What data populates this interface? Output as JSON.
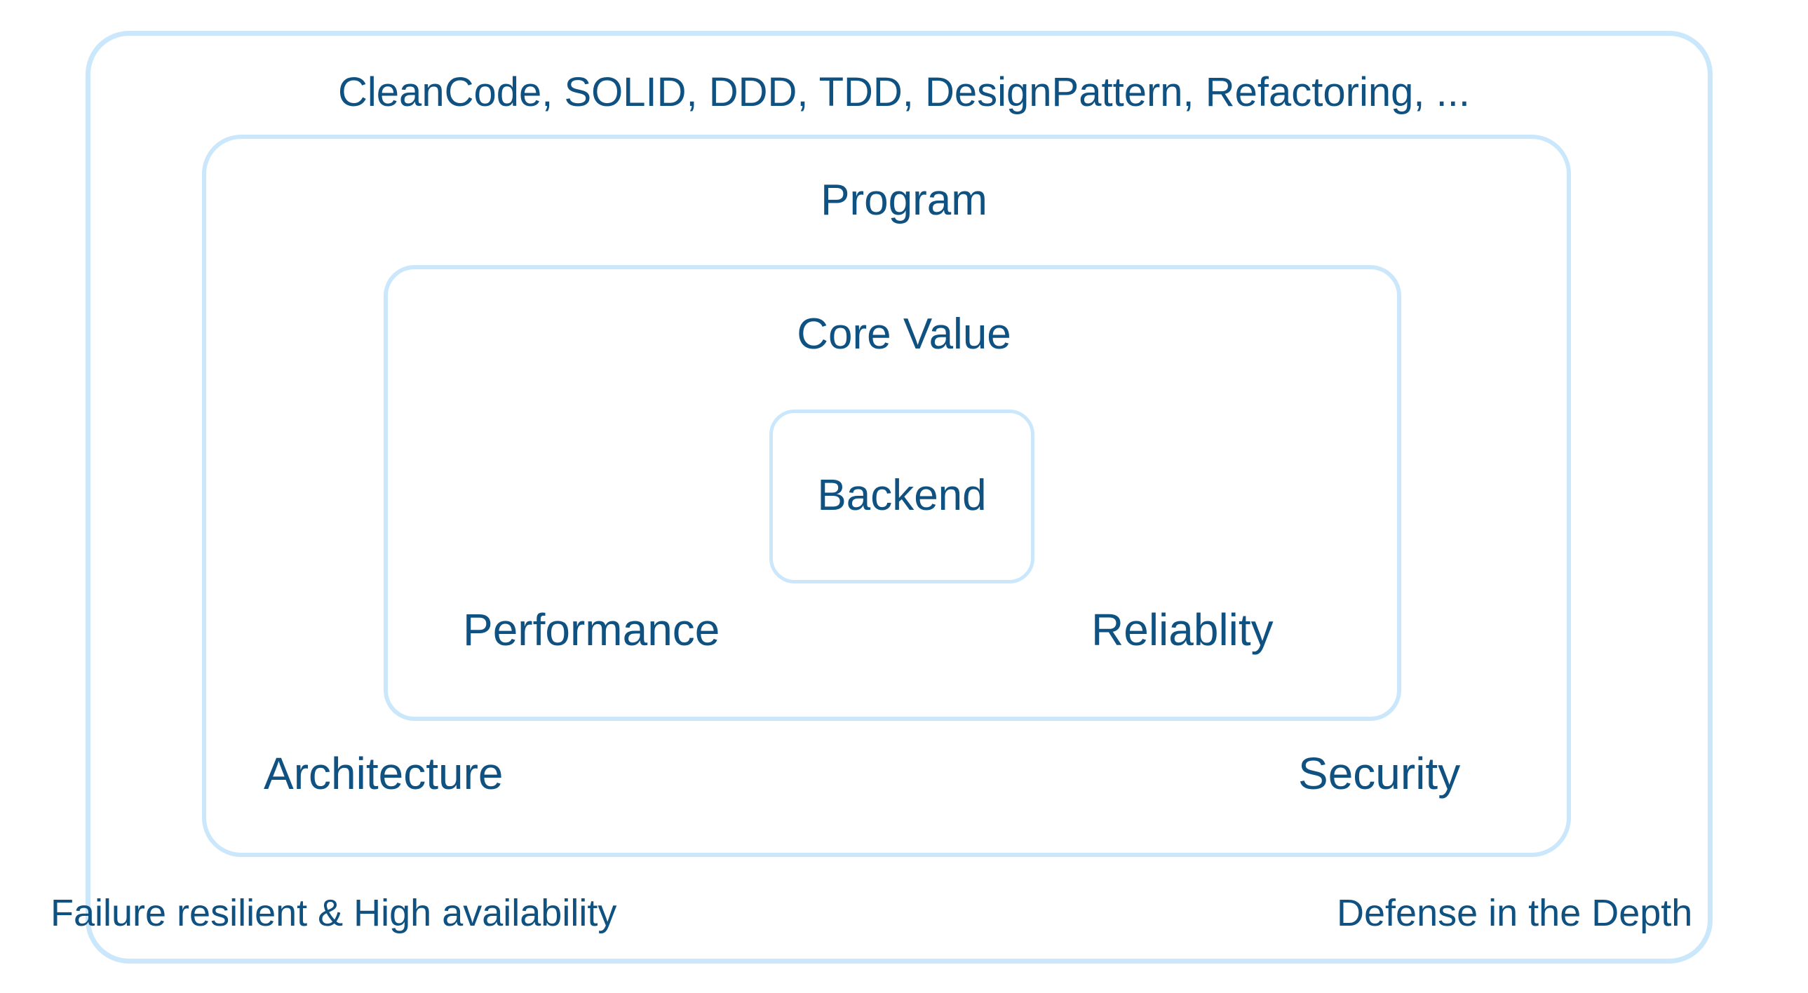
{
  "diagram": {
    "type": "nested-concentric-rectangles",
    "title": "Backend Core Value Concentric Diagram",
    "colors": {
      "border": "#cbe7fb",
      "text": "#0f5181",
      "background": "#ffffff"
    },
    "layers": [
      {
        "id": "outermost",
        "center_label": "",
        "annotations": [
          "CleanCode, SOLID, DDD, TDD, DesignPattern, Refactoring, ...",
          "Failure resilient & High availability",
          "Defense in the Depth"
        ]
      },
      {
        "id": "program",
        "center_label": "Program",
        "annotations": [
          "Architecture",
          "Security"
        ]
      },
      {
        "id": "core-value",
        "center_label": "Core Value",
        "annotations": [
          "Performance",
          "Reliablity"
        ]
      },
      {
        "id": "backend",
        "center_label": "Backend",
        "annotations": []
      }
    ]
  },
  "labels": {
    "tagline": "CleanCode, SOLID, DDD, TDD, DesignPattern, Refactoring, ...",
    "program": "Program",
    "core_value": "Core Value",
    "backend": "Backend",
    "performance": "Performance",
    "reliablity": "Reliablity",
    "architecture": "Architecture",
    "security": "Security",
    "failure_resilient": "Failure resilient & High availability",
    "defense_in_depth": "Defense in the Depth"
  }
}
